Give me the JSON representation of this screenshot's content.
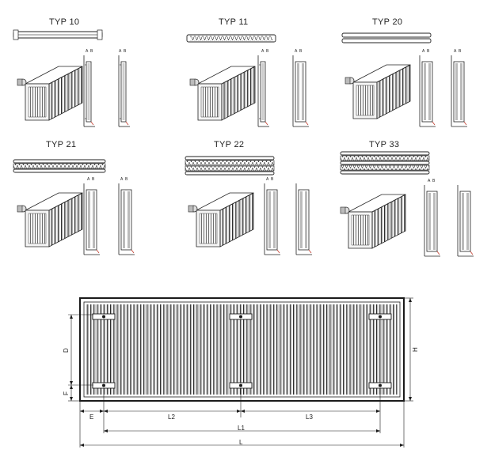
{
  "types": [
    {
      "id": "typ10",
      "label": "TYP 10"
    },
    {
      "id": "typ11",
      "label": "TYP 11"
    },
    {
      "id": "typ20",
      "label": "TYP 20"
    },
    {
      "id": "typ21",
      "label": "TYP 21"
    },
    {
      "id": "typ22",
      "label": "TYP 22"
    },
    {
      "id": "typ33",
      "label": "TYP 33"
    }
  ],
  "side_view": {
    "letter_a": "A",
    "letter_b": "B"
  },
  "dimensions": {
    "D": "D",
    "F": "F",
    "E": "E",
    "H": "H",
    "L": "L",
    "L1": "L1",
    "L2": "L2",
    "L3": "L3"
  },
  "colors": {
    "line": "#1a1a1a",
    "accent": "#c0392b"
  }
}
